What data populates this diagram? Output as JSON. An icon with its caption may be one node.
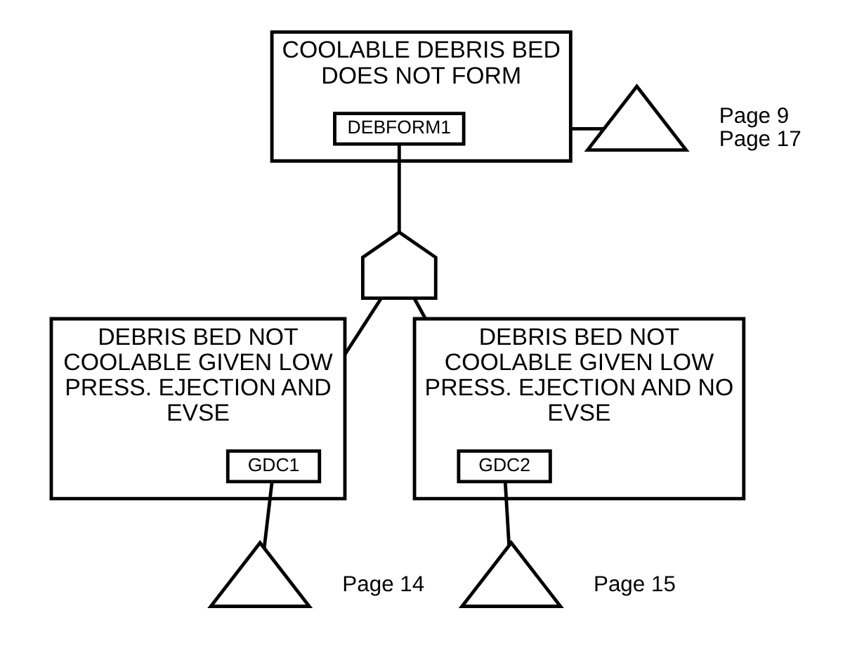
{
  "diagram": {
    "nodes": [
      {
        "text": [
          "COOLABLE DEBRIS BED DOES NOT FORM"
        ]
      },
      {
        "text": [
          "DEBFORM1"
        ],
        "in": 0
      },
      {
        "text": [],
        "shape": "triangle",
        "beside": [
          "Page 9",
          "Page 17"
        ]
      },
      {
        "text": [],
        "shape": "gate"
      },
      {
        "text": [
          "DEBRIS BED NOT COOLABLE GIVEN LOW PRESS. EJECTION AND EVSE"
        ]
      },
      {
        "text": [
          "GDC1"
        ],
        "in": 4
      },
      {
        "text": [],
        "shape": "triangle",
        "beside": [
          "Page 14"
        ]
      },
      {
        "text": [
          "DEBRIS BED NOT COOLABLE GIVEN LOW PRESS. EJECTION AND NO EVSE"
        ]
      },
      {
        "text": [
          "GDC2"
        ],
        "in": 7
      },
      {
        "text": [],
        "shape": "triangle",
        "beside": [
          "Page 15"
        ]
      }
    ],
    "edges": [
      {
        "from": 2,
        "to": 0,
        "arrow": "none"
      },
      {
        "from": 1,
        "to": 3,
        "arrow": "none"
      },
      {
        "from": 3,
        "to": 4,
        "arrow": "none"
      },
      {
        "from": 3,
        "to": 7,
        "arrow": "none"
      },
      {
        "from": 5,
        "to": 6,
        "arrow": "none"
      },
      {
        "from": 8,
        "to": 9,
        "arrow": "none"
      }
    ]
  }
}
